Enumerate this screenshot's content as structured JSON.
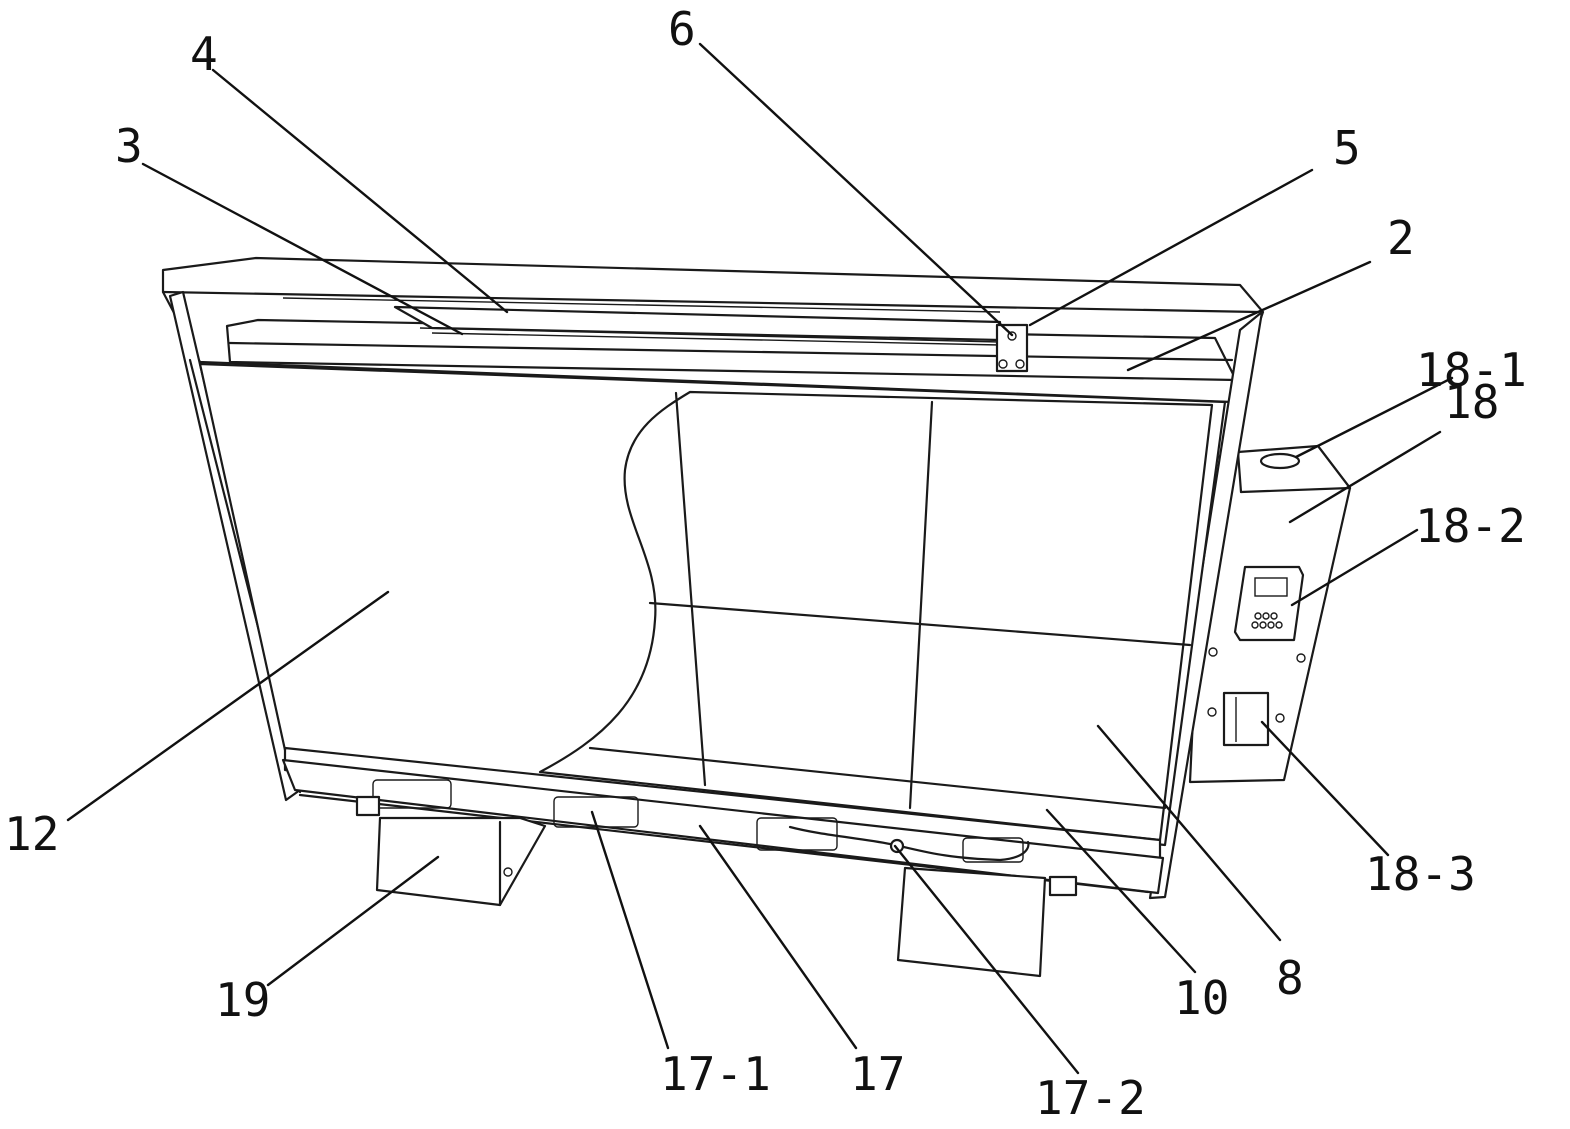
{
  "figure": {
    "labels": {
      "l2": "2",
      "l3": "3",
      "l4": "4",
      "l5": "5",
      "l6": "6",
      "l8": "8",
      "l10": "10",
      "l12": "12",
      "l17": "17",
      "l17_1": "17-1",
      "l17_2": "17-2",
      "l18": "18",
      "l18_1": "18-1",
      "l18_2": "18-2",
      "l18_3": "18-3",
      "l19": "19"
    }
  }
}
